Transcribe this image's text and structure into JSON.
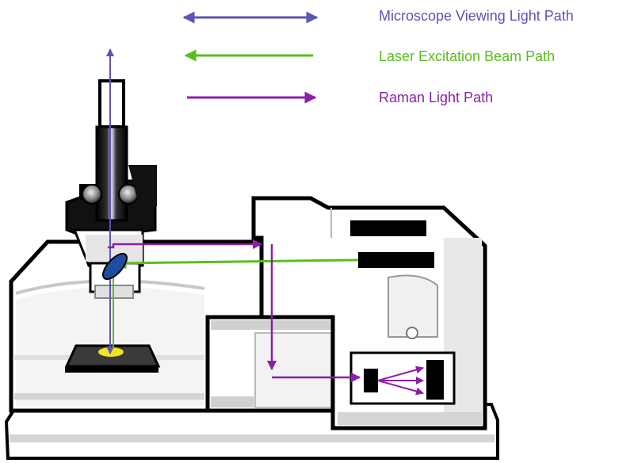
{
  "legend": {
    "items": [
      {
        "id": "microscope",
        "label": "Microscope Viewing Light Path",
        "color": "#5B55B5",
        "arrow": "both"
      },
      {
        "id": "laser",
        "label": "Laser Excitation Beam Path",
        "color": "#58BE1E",
        "arrow": "left"
      },
      {
        "id": "raman",
        "label": "Raman Light Path",
        "color": "#8B1FA8",
        "arrow": "right"
      }
    ]
  },
  "instrument": {
    "body_outline_color": "#000000",
    "body_shading_color": "#D4D4D4",
    "sample_spot_color": "#F2E21F",
    "mirror_color": "#1F4BA0",
    "components": [
      "microscope-eyepiece",
      "objective-turret",
      "beam-splitter-mirror",
      "sample-stage",
      "sample-spot",
      "laser-source-slot",
      "spectrometer",
      "grating",
      "detector"
    ]
  }
}
